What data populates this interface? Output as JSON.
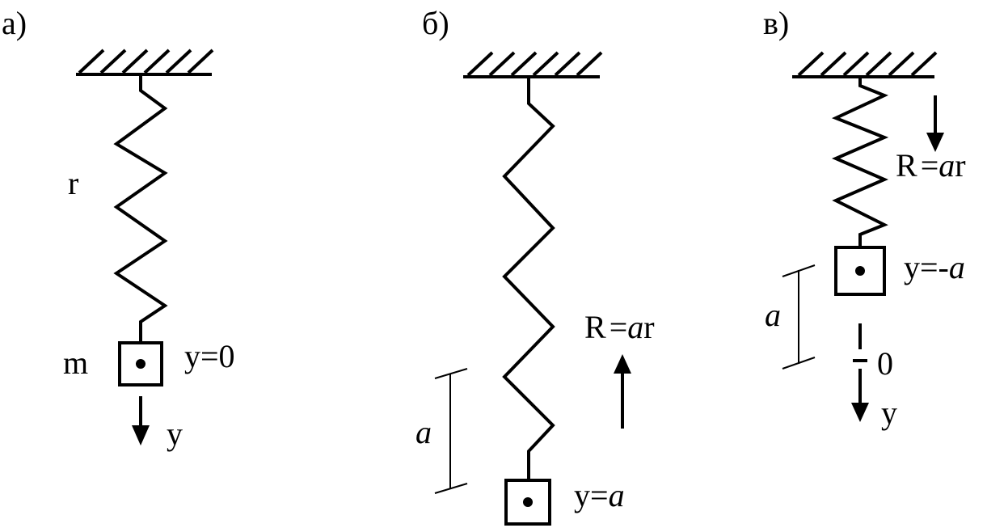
{
  "panels": {
    "a": {
      "panel_label": "а)",
      "spring_label": "r",
      "mass_label": "m",
      "position_label": "y=0",
      "axis_label": "y"
    },
    "b": {
      "panel_label": "б)",
      "force": {
        "main": "R",
        "eq": "=",
        "italic": "a",
        "tail": "r"
      },
      "displacement_label": "a",
      "position": {
        "main": "y=",
        "italic": "a"
      }
    },
    "c": {
      "panel_label": "в)",
      "force": {
        "main": "R",
        "eq": "=",
        "italic": "a",
        "tail": "r"
      },
      "position": {
        "main": "y=-",
        "italic": "a"
      },
      "displacement_label": "a",
      "zero_label": "0",
      "axis_label": "y"
    }
  }
}
